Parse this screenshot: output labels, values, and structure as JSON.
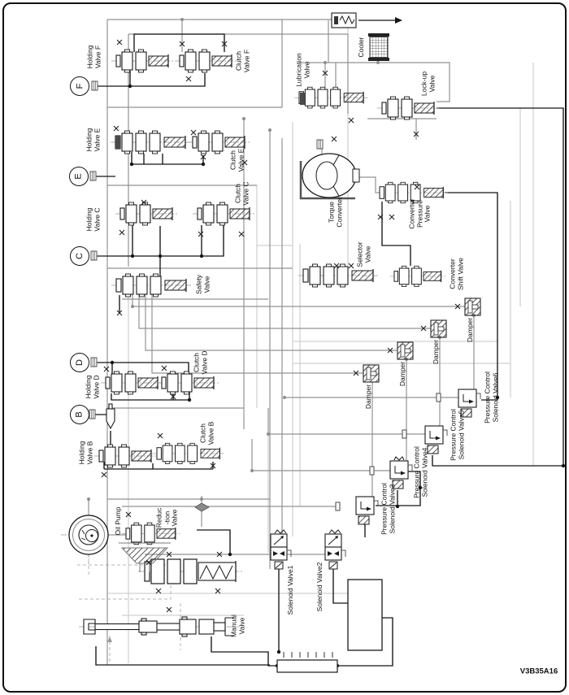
{
  "figure_code": "V3B35A16",
  "colors": {
    "line_black": "#151515",
    "line_grey": "#929292",
    "line_light": "#c6c6c6",
    "hatch": "#3a3a3a",
    "dark_cap": "#4a4a4a",
    "orifice_diamond": "#8a8a8a",
    "background": "#ffffff"
  },
  "ports": {
    "f": "F",
    "e": "E",
    "c": "C",
    "d": "D",
    "b": "B"
  },
  "labels": {
    "holding_valve_f": "Holding\nValve F",
    "clutch_valve_f": "Clutch\nValve F",
    "holding_valve_e": "Holding\nValve E",
    "clutch_valve_e": "Clutch\nValve E",
    "holding_valve_c": "Holding\nValve C",
    "clutch_valve_c": "Clutch\nValve C",
    "safety_valve": "Safety\nValve",
    "holding_valve_d": "Holding\nValve D",
    "clutch_valve_d": "Clutch\nValve D",
    "holding_valve_b": "Holding\nValve B",
    "clutch_valve_b": "Clutch\nValve B",
    "oil_pump": "Oil Pump",
    "reduction_valve": "Reduc\n-tion\nValve",
    "manual_valve": "Manual\nValve",
    "lubrication_valve": "Lubrication\nValve",
    "cooler": "Cooler",
    "lockup_valve": "Lock-up\nValve",
    "torque_converter": "Torque\nConverter",
    "converter_pressure_valve": "Converter\nPressure\nValve",
    "selector_valve": "Selector\nValve",
    "converter_shift_valve": "Converter\nShift Valve",
    "damper1": "Damper",
    "damper2": "Damper",
    "damper3": "Damper",
    "damper4": "Damper",
    "pcs3": "Pressure Control\nSolenoid Valve3",
    "pcs4": "Pressure Control\nSolenoid Valve4",
    "pcs5": "Pressure Control\nSolenoid Valve5",
    "pcs6": "Pressure Control\nSolenoid Valve6",
    "solenoid_valve1": "Solenoid Valve1",
    "solenoid_valve2": "Solenoid Valve2"
  }
}
